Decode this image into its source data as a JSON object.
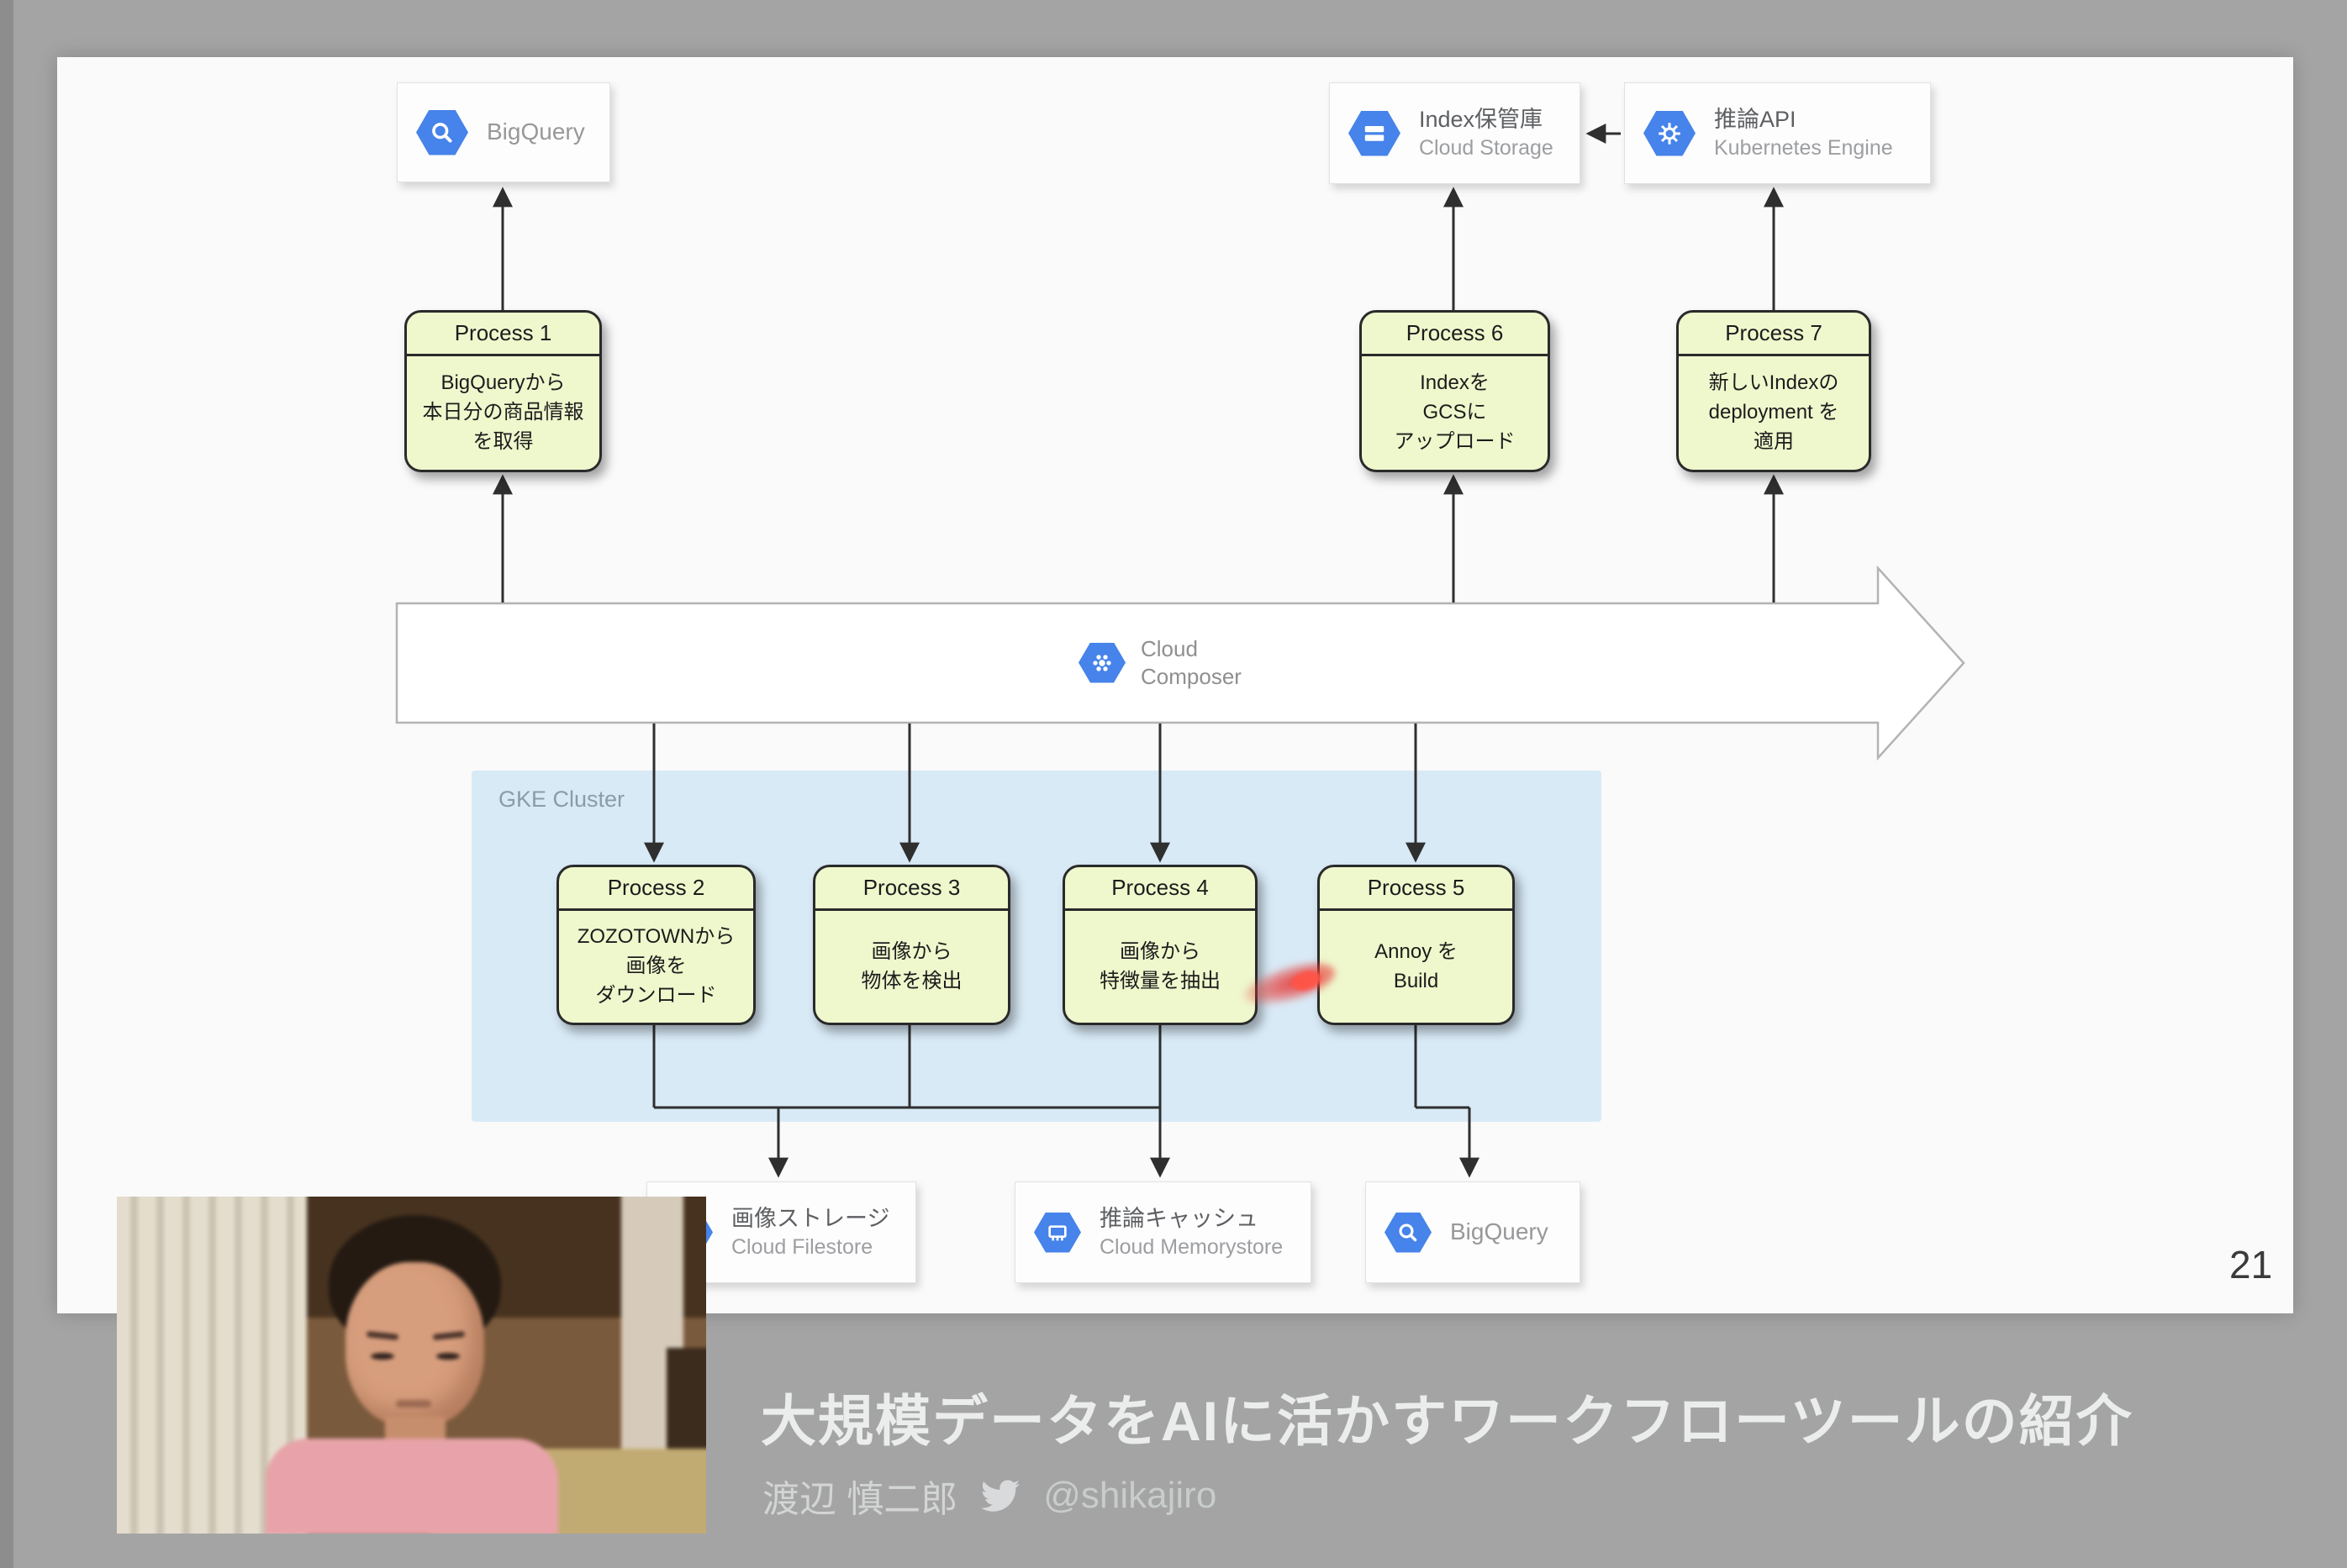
{
  "slide": {
    "page_number": "21",
    "gke_cluster_label": "GKE Cluster"
  },
  "services": {
    "bigquery_top": {
      "name": "BigQuery",
      "icon": "bigquery-icon"
    },
    "index_storage": {
      "name": "Index保管庫",
      "product": "Cloud Storage",
      "icon": "cloud-storage-icon"
    },
    "inference_api": {
      "name": "推論API",
      "product": "Kubernetes Engine",
      "icon": "kubernetes-engine-icon"
    },
    "composer": {
      "name": "Cloud",
      "product": "Composer",
      "icon": "cloud-composer-icon"
    },
    "filestore": {
      "name": "画像ストレージ",
      "product": "Cloud Filestore",
      "icon": "cloud-filestore-icon"
    },
    "memorystore": {
      "name": "推論キャッシュ",
      "product": "Cloud Memorystore",
      "icon": "cloud-memorystore-icon"
    },
    "bigquery_bottom": {
      "name": "BigQuery",
      "icon": "bigquery-icon"
    }
  },
  "processes": {
    "p1": {
      "title": "Process 1",
      "lines": [
        "BigQueryから",
        "本日分の商品情報",
        "を取得"
      ]
    },
    "p2": {
      "title": "Process 2",
      "lines": [
        "ZOZOTOWNから",
        "画像を",
        "ダウンロード"
      ]
    },
    "p3": {
      "title": "Process 3",
      "lines": [
        "画像から",
        "物体を検出"
      ]
    },
    "p4": {
      "title": "Process 4",
      "lines": [
        "画像から",
        "特徴量を抽出"
      ]
    },
    "p5": {
      "title": "Process 5",
      "lines": [
        "Annoy を",
        "Build"
      ]
    },
    "p6": {
      "title": "Process 6",
      "lines": [
        "Indexを",
        "GCSに",
        "アップロード"
      ]
    },
    "p7": {
      "title": "Process 7",
      "lines": [
        "新しいIndexの",
        "deployment を",
        "適用"
      ]
    }
  },
  "footer": {
    "title": "大規模データをAIに活かすワークフローツールの紹介",
    "presenter": "渡辺 慎二郎",
    "twitter_handle": "@shikajiro"
  },
  "colors": {
    "gcp_blue": "#4683ea",
    "process_fill": "#eff7cd",
    "process_border": "#2a2a2a",
    "gke_background": "#d8eaf6",
    "laser_red": "#e63935",
    "slide_background": "#fafafa",
    "frame_gray": "#a4a4a4"
  }
}
